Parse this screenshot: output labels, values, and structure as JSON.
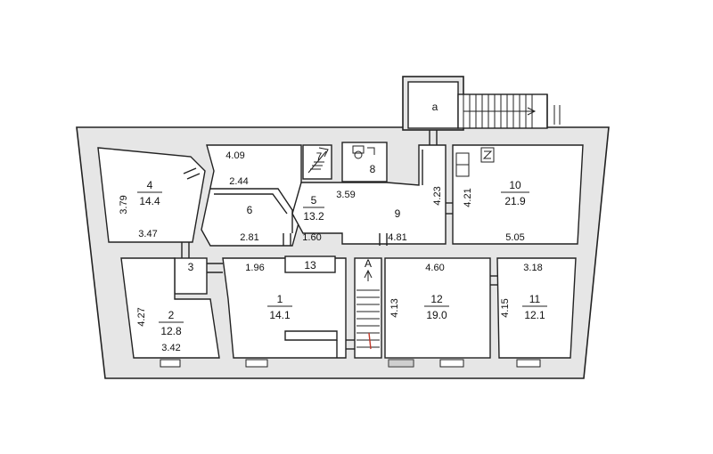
{
  "plan": {
    "rooms": [
      {
        "number": "1",
        "area": "14.1"
      },
      {
        "number": "2",
        "area": "12.8"
      },
      {
        "number": "3"
      },
      {
        "number": "4",
        "area": "14.4"
      },
      {
        "number": "5",
        "area": "13.2"
      },
      {
        "number": "6"
      },
      {
        "number": "7"
      },
      {
        "number": "8"
      },
      {
        "number": "9"
      },
      {
        "number": "10",
        "area": "21.9"
      },
      {
        "number": "11",
        "area": "12.1"
      },
      {
        "number": "12",
        "area": "19.0"
      },
      {
        "number": "13"
      }
    ],
    "stair_labels": {
      "a": "a",
      "A": "A"
    },
    "dimensions": {
      "r4_side": "3.79",
      "r4_bottom": "3.47",
      "r6_top_upper": "4.09",
      "r6_top": "2.44",
      "r6_bottom": "2.81",
      "r7_r8": "3.59",
      "r13": "1.60",
      "r9_side": "4.23",
      "r9_bottom": "4.81",
      "r10_side": "4.21",
      "r10_bottom": "5.05",
      "r1_top": "1.96",
      "r2_side": "4.27",
      "r2_bottom": "3.42",
      "r12_top": "4.60",
      "r12_side": "4.13",
      "r11_top": "3.18",
      "r11_side": "4.15"
    }
  }
}
